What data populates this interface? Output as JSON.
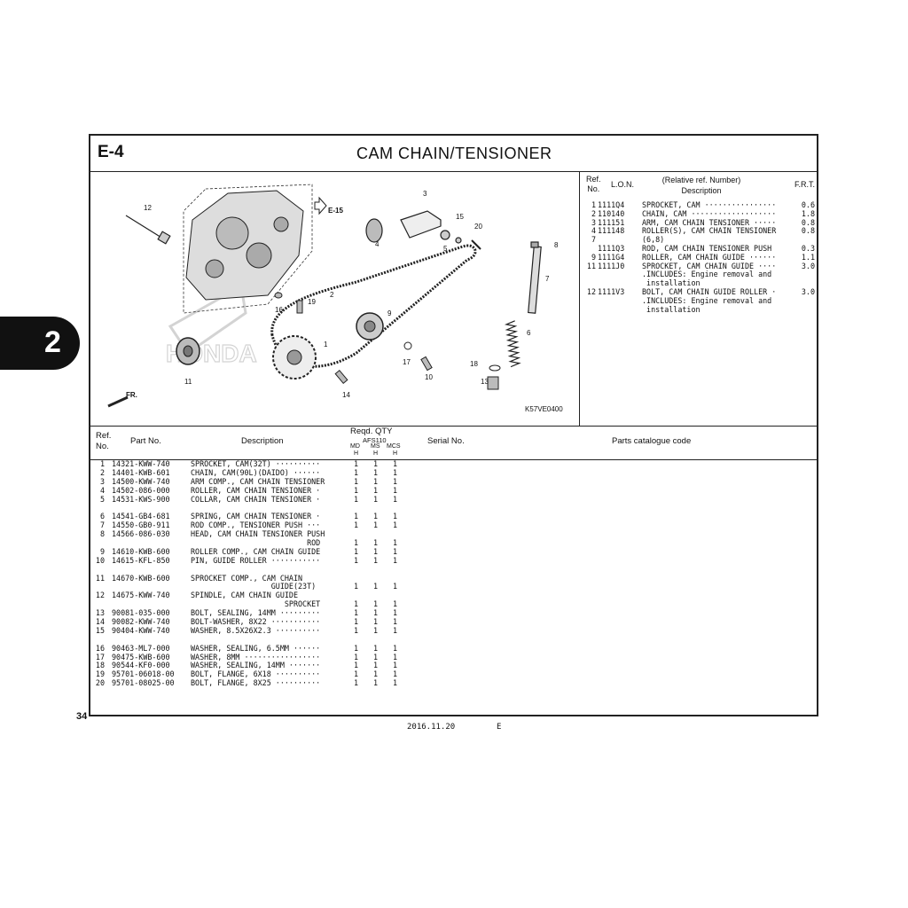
{
  "section_code": "E-4",
  "title": "CAM  CHAIN/TENSIONER",
  "tab_number": "2",
  "page_number": "34",
  "footer": {
    "date": "2016.11.20",
    "edition": "E"
  },
  "figure": {
    "ref_e15": "E-15",
    "fr_label": "FR.",
    "fig_code": "K57VE0400",
    "callouts": [
      "1",
      "2",
      "3",
      "4",
      "5",
      "6",
      "7",
      "8",
      "9",
      "10",
      "11",
      "12",
      "13",
      "14",
      "15",
      "16",
      "17",
      "18",
      "19",
      "20"
    ]
  },
  "lon_table": {
    "header_ref": "Ref.",
    "header_no": "No.",
    "header_lon": "L.O.N.",
    "header_rel": "(Relative ref. Number)",
    "header_desc": "Description",
    "header_frt": "F.R.T.",
    "rows": [
      {
        "ref": "1",
        "lon": "1111Q4",
        "desc": "SPROCKET, CAM ················",
        "frt": "0.6"
      },
      {
        "ref": "2",
        "lon": "110140",
        "desc": "CHAIN, CAM ···················",
        "frt": "1.8"
      },
      {
        "ref": "3",
        "lon": "111151",
        "desc": "ARM, CAM CHAIN TENSIONER ·····",
        "frt": "0.8"
      },
      {
        "ref": "4",
        "lon": "111148",
        "desc": "ROLLER(S), CAM CHAIN TENSIONER",
        "frt": "0.8"
      },
      {
        "ref": "7",
        "lon": "",
        "desc": "(6,8)",
        "frt": ""
      },
      {
        "ref": "",
        "lon": "1111Q3",
        "desc": "ROD, CAM CHAIN TENSIONER PUSH",
        "frt": "0.3"
      },
      {
        "ref": "9",
        "lon": "1111G4",
        "desc": "ROLLER, CAM CHAIN GUIDE ······",
        "frt": "1.1"
      },
      {
        "ref": "11",
        "lon": "1111J0",
        "desc": "SPROCKET, CAM CHAIN GUIDE ····",
        "frt": "3.0"
      },
      {
        "ref": "",
        "lon": "",
        "desc": ".INCLUDES: Engine removal and",
        "frt": ""
      },
      {
        "ref": "",
        "lon": "",
        "desc": " installation",
        "frt": ""
      },
      {
        "ref": "12",
        "lon": "1111V3",
        "desc": "BOLT, CAM CHAIN GUIDE ROLLER ·",
        "frt": "3.0"
      },
      {
        "ref": "",
        "lon": "",
        "desc": ".INCLUDES: Engine removal and",
        "frt": ""
      },
      {
        "ref": "",
        "lon": "",
        "desc": " installation",
        "frt": ""
      }
    ]
  },
  "parts_table": {
    "header_ref": "Ref.",
    "header_no": "No.",
    "header_part": "Part  No.",
    "header_desc": "Description",
    "header_qty": "Reqd.  QTY",
    "header_model": "AFS110",
    "header_cols": [
      "MD",
      "MS",
      "MCS"
    ],
    "header_h": [
      "H",
      "H",
      "H"
    ],
    "header_serial": "Serial  No.",
    "header_catalogue": "Parts  catalogue  code",
    "rows": [
      {
        "ref": "1",
        "part": "14321-KWW-740",
        "desc": "SPROCKET, CAM(32T) ··········",
        "q": [
          "1",
          "1",
          "1"
        ]
      },
      {
        "ref": "2",
        "part": "14401-KWB-601",
        "desc": "CHAIN, CAM(90L)(DAIDO) ······",
        "q": [
          "1",
          "1",
          "1"
        ]
      },
      {
        "ref": "3",
        "part": "14500-KWW-740",
        "desc": "ARM COMP., CAM CHAIN TENSIONER",
        "q": [
          "1",
          "1",
          "1"
        ]
      },
      {
        "ref": "4",
        "part": "14502-086-000",
        "desc": "ROLLER, CAM CHAIN TENSIONER ·",
        "q": [
          "1",
          "1",
          "1"
        ]
      },
      {
        "ref": "5",
        "part": "14531-KWS-900",
        "desc": "COLLAR, CAM CHAIN TENSIONER ·",
        "q": [
          "1",
          "1",
          "1"
        ]
      },
      {
        "gap": true
      },
      {
        "ref": "6",
        "part": "14541-GB4-681",
        "desc": "SPRING, CAM CHAIN TENSIONER ·",
        "q": [
          "1",
          "1",
          "1"
        ]
      },
      {
        "ref": "7",
        "part": "14550-GB0-911",
        "desc": "ROD COMP., TENSIONER PUSH ···",
        "q": [
          "1",
          "1",
          "1"
        ]
      },
      {
        "ref": "8",
        "part": "14566-086-030",
        "desc": "HEAD, CAM CHAIN TENSIONER PUSH",
        "q": [
          "",
          "",
          ""
        ]
      },
      {
        "ref": "",
        "part": "",
        "desc": "                          ROD",
        "q": [
          "1",
          "1",
          "1"
        ]
      },
      {
        "ref": "9",
        "part": "14610-KWB-600",
        "desc": "ROLLER COMP., CAM CHAIN GUIDE",
        "q": [
          "1",
          "1",
          "1"
        ]
      },
      {
        "ref": "10",
        "part": "14615-KFL-850",
        "desc": "PIN, GUIDE ROLLER ···········",
        "q": [
          "1",
          "1",
          "1"
        ]
      },
      {
        "gap": true
      },
      {
        "ref": "11",
        "part": "14670-KWB-600",
        "desc": "SPROCKET COMP., CAM CHAIN",
        "q": [
          "",
          "",
          ""
        ]
      },
      {
        "ref": "",
        "part": "",
        "desc": "                  GUIDE(23T)",
        "q": [
          "1",
          "1",
          "1"
        ]
      },
      {
        "ref": "12",
        "part": "14675-KWW-740",
        "desc": "SPINDLE, CAM CHAIN GUIDE",
        "q": [
          "",
          "",
          ""
        ]
      },
      {
        "ref": "",
        "part": "",
        "desc": "                     SPROCKET",
        "q": [
          "1",
          "1",
          "1"
        ]
      },
      {
        "ref": "13",
        "part": "90081-035-000",
        "desc": "BOLT, SEALING, 14MM ·········",
        "q": [
          "1",
          "1",
          "1"
        ]
      },
      {
        "ref": "14",
        "part": "90082-KWW-740",
        "desc": "BOLT-WASHER, 8X22 ···········",
        "q": [
          "1",
          "1",
          "1"
        ]
      },
      {
        "ref": "15",
        "part": "90404-KWW-740",
        "desc": "WASHER, 8.5X26X2.3 ··········",
        "q": [
          "1",
          "1",
          "1"
        ]
      },
      {
        "gap": true
      },
      {
        "ref": "16",
        "part": "90463-ML7-000",
        "desc": "WASHER, SEALING, 6.5MM ······",
        "q": [
          "1",
          "1",
          "1"
        ]
      },
      {
        "ref": "17",
        "part": "90475-KWB-600",
        "desc": "WASHER, 8MM ·················",
        "q": [
          "1",
          "1",
          "1"
        ]
      },
      {
        "ref": "18",
        "part": "90544-KF0-000",
        "desc": "WASHER, SEALING, 14MM ·······",
        "q": [
          "1",
          "1",
          "1"
        ]
      },
      {
        "ref": "19",
        "part": "95701-06018-00",
        "desc": "BOLT, FLANGE, 6X18 ··········",
        "q": [
          "1",
          "1",
          "1"
        ]
      },
      {
        "ref": "20",
        "part": "95701-08025-00",
        "desc": "BOLT, FLANGE, 8X25 ··········",
        "q": [
          "1",
          "1",
          "1"
        ]
      }
    ]
  }
}
